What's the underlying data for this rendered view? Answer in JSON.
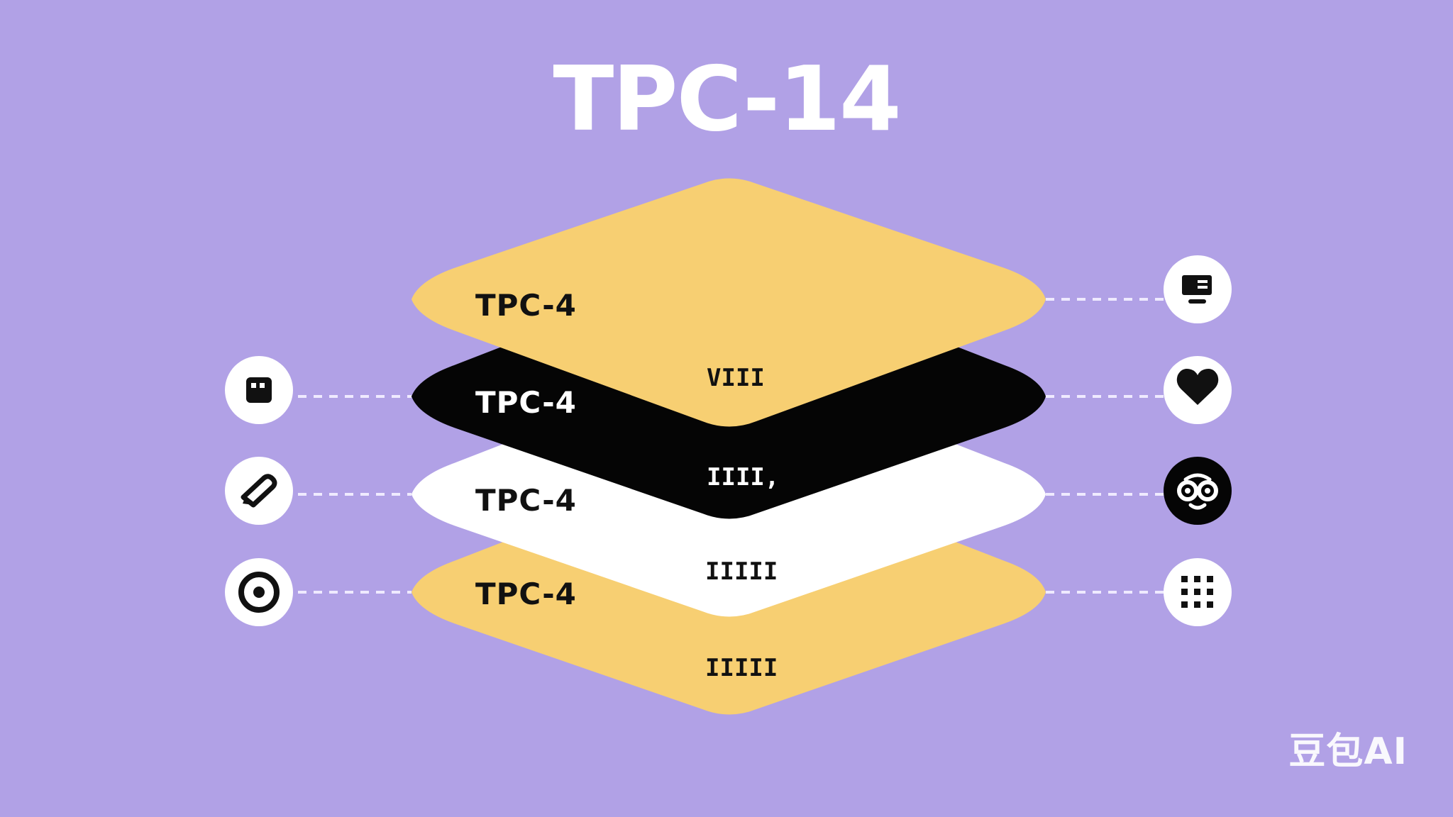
{
  "title": "TPC-14",
  "watermark": "豆包AI",
  "colors": {
    "background": "#b1a1e6",
    "yellow": "#f7cf72",
    "black": "#050505",
    "white": "#ffffff",
    "connector": "#efeaff"
  },
  "layers": [
    {
      "label": "TPC-4",
      "mark": "VIII",
      "fill": "#f7cf72",
      "text": "#111111"
    },
    {
      "label": "TPC-4",
      "mark": "IIII,",
      "fill": "#050505",
      "text": "#ffffff"
    },
    {
      "label": "TPC-4",
      "mark": "IIIII",
      "fill": "#ffffff",
      "text": "#111111"
    },
    {
      "label": "TPC-4",
      "mark": "IIIII",
      "fill": "#f7cf72",
      "text": "#111111"
    }
  ],
  "left_icons": [
    {
      "icon": "square-face-icon",
      "style": "light"
    },
    {
      "icon": "pen-icon",
      "style": "light"
    },
    {
      "icon": "target-icon",
      "style": "light"
    }
  ],
  "right_icons": [
    {
      "icon": "monitor-list-icon",
      "style": "light"
    },
    {
      "icon": "heart-icon",
      "style": "light"
    },
    {
      "icon": "face-icon",
      "style": "dark"
    },
    {
      "icon": "grid-icon",
      "style": "light"
    }
  ]
}
